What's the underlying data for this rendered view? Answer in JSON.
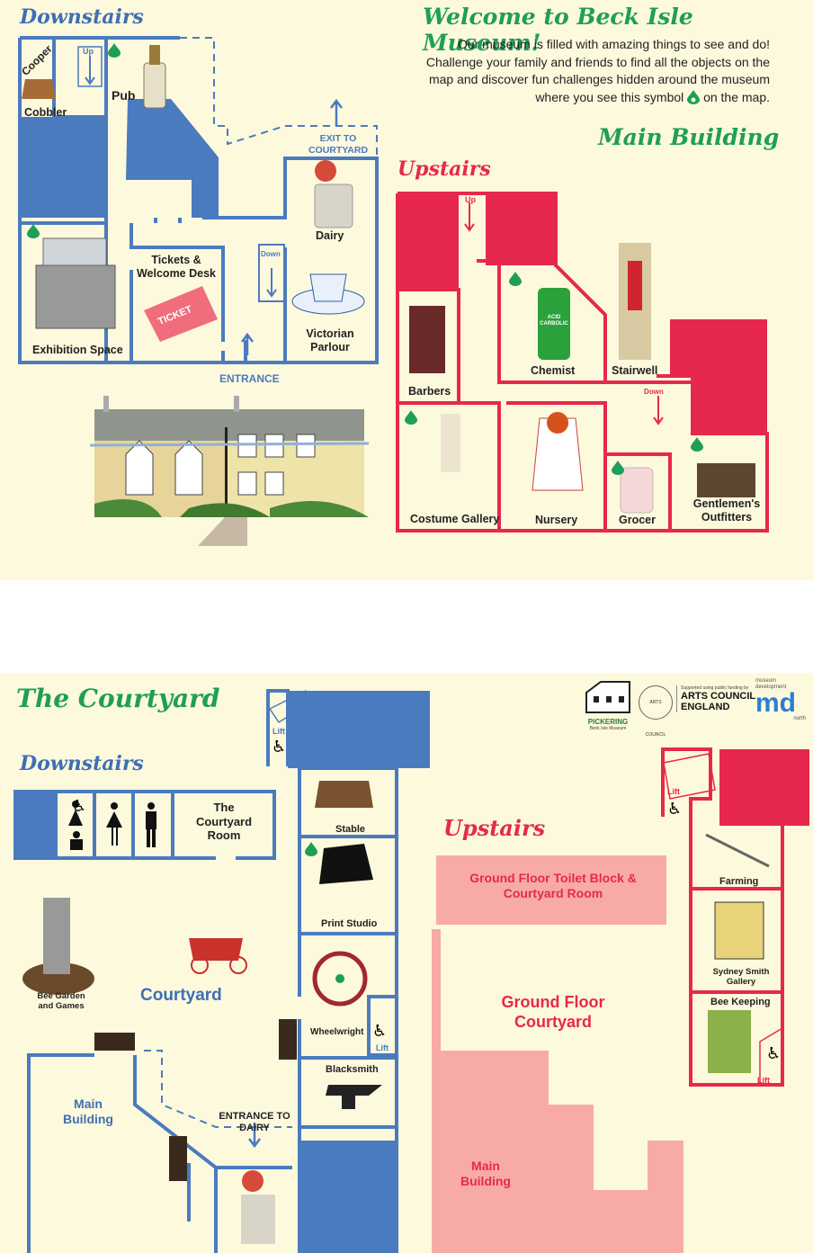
{
  "main": {
    "downstairs_heading": "Downstairs",
    "title": "Welcome to Beck Isle Museum!",
    "intro_lines": [
      "Our museum is filled with amazing things to see and do!",
      "Challenge your family and friends to find all the objects on the",
      "map and discover fun challenges hidden around the museum",
      "where you see this symbol",
      "on the map."
    ],
    "section_title": "Main Building",
    "upstairs_heading": "Upstairs",
    "downstairs_rooms": {
      "cooper": "Cooper",
      "up": "Up",
      "pub": "Pub",
      "cobbler": "Cobbler",
      "exit": "EXIT TO COURTYARD",
      "dairy": "Dairy",
      "tickets": "Tickets & Welcome Desk",
      "down": "Down",
      "exhibition": "Exhibition Space",
      "victorian": "Victorian Parlour",
      "entrance": "ENTRANCE",
      "ticket_text": "TICKET",
      "chemist_bottle": "ACID CARBOLIC"
    },
    "upstairs_rooms": {
      "up": "Up",
      "barbers": "Barbers",
      "chemist": "Chemist",
      "stairwell": "Stairwell",
      "down": "Down",
      "costume": "Costume Gallery",
      "nursery": "Nursery",
      "grocer": "Grocer",
      "gentlemens": "Gentlemen's Outfitters"
    }
  },
  "courtyard": {
    "title": "The Courtyard",
    "downstairs_heading": "Downstairs",
    "upstairs_heading": "Upstairs",
    "rooms": {
      "courtyard_room": "The Courtyard Room",
      "stable": "Stable",
      "print_studio": "Print Studio",
      "bee_garden": "Bee Garden and Games",
      "courtyard": "Courtyard",
      "wheelwright": "Wheelwright",
      "blacksmith": "Blacksmith",
      "main_building": "Main Building",
      "entrance_dairy": "ENTRANCE TO DAIRY",
      "lift": "Lift"
    },
    "upstairs_rooms": {
      "toilet_block": "Ground Floor Toilet Block & Courtyard Room",
      "ground_courtyard": "Ground Floor Courtyard",
      "main_building": "Main Building",
      "farming": "Farming",
      "sydney": "Sydney Smith Gallery",
      "bee_keeping": "Bee Keeping",
      "lift": "Lift"
    }
  },
  "logos": {
    "pickering": "PICKERING",
    "pickering_sub": "Beck Isle Museum",
    "arts_ring": "ARTS COUNCIL",
    "arts_small": "Supported using public funding by",
    "arts1": "ARTS COUNCIL",
    "arts2": "ENGLAND",
    "md_top": "museum development",
    "md": "md",
    "md_sub": "north"
  },
  "colors": {
    "background": "#fdf9dd",
    "downstairs_blue": "#4a7bbf",
    "upstairs_red": "#e6284f",
    "upstairs_pink": "#f8aba6",
    "title_green": "#1f9e58"
  },
  "icons": [
    "challenge-drop-icon",
    "wheelchair-icon",
    "baby-change-icon",
    "female-toilet-icon",
    "male-toilet-icon"
  ]
}
